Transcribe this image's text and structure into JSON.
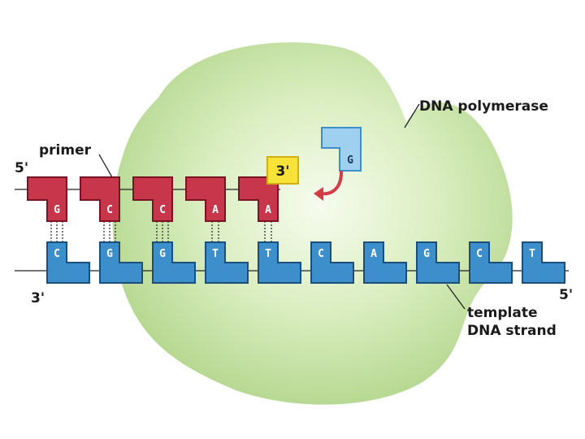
{
  "labels": {
    "dna_polymerase": "DNA polymerase",
    "primer": "primer",
    "primer_5prime": "5'",
    "primer_3prime": "3'",
    "template_3prime": "3'",
    "template_5prime": "5'",
    "template_line1": "template",
    "template_line2": "DNA strand"
  },
  "primer_bases": [
    "G",
    "C",
    "C",
    "A",
    "A"
  ],
  "template_bases": [
    "C",
    "G",
    "G",
    "T",
    "T",
    "C",
    "A",
    "G",
    "C",
    "T"
  ],
  "incoming_nucleotide": "G",
  "colors": {
    "enzyme_fill": "#b9dc92",
    "enzyme_center": "#f4faec",
    "primer_fill": "#c8364b",
    "primer_stroke": "#7a1425",
    "template_fill": "#3d8fcc",
    "template_stroke": "#1b4e7a",
    "incoming_fill": "#9fd0f0",
    "highlight_fill": "#f7e23a",
    "highlight_stroke": "#d1ad10",
    "arrow": "#d13c47"
  }
}
